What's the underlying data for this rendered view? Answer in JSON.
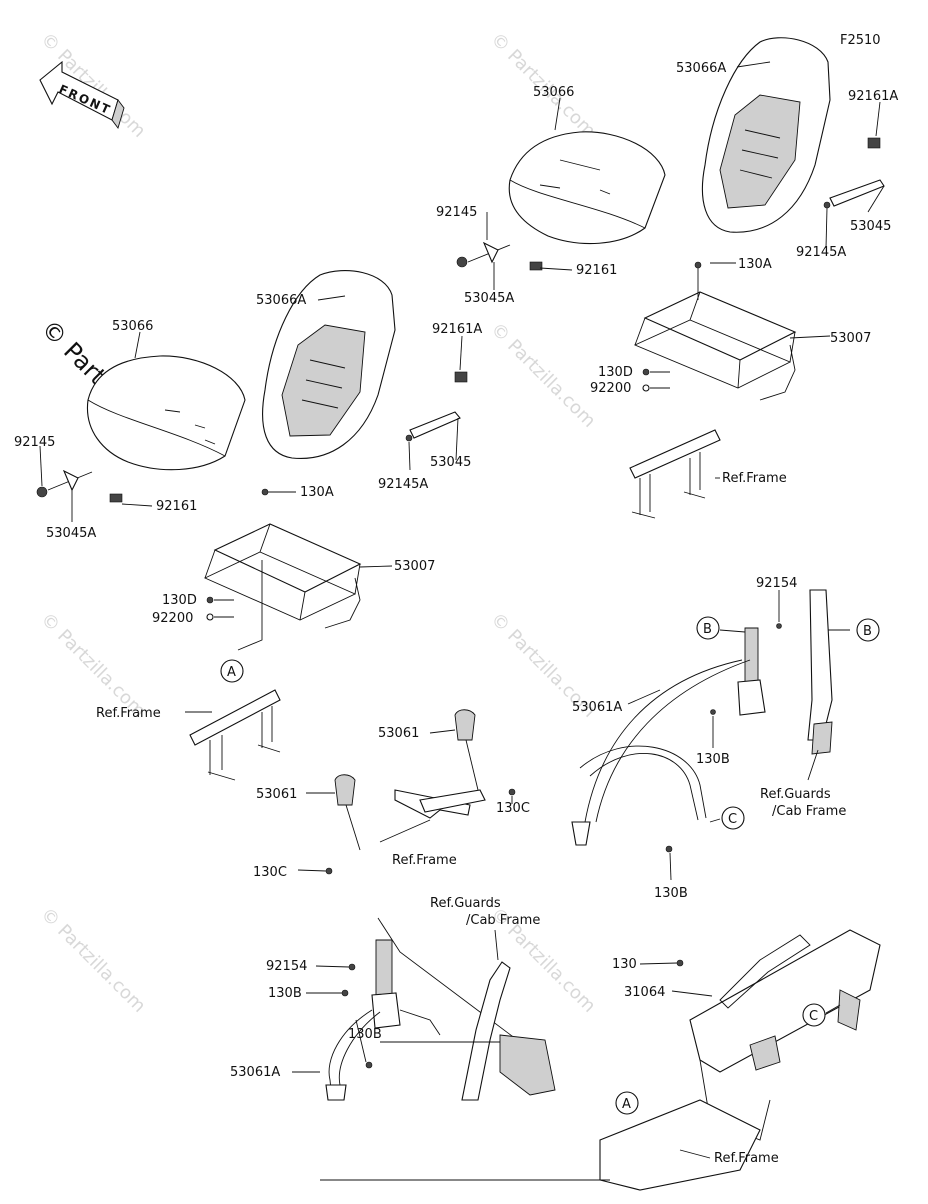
{
  "figure_code": "F2510",
  "front_arrow": {
    "label": "FRONT",
    "icon": "front-arrow-icon"
  },
  "watermark": {
    "main": "© Partzilla.com",
    "repeat": "© Partzilla.com"
  },
  "callouts": {
    "A": "A",
    "B": "B",
    "C": "C"
  },
  "labels": {
    "p53066_tr": "53066",
    "p53066A_tr": "53066A",
    "p92161A_tr": "92161A",
    "p92145_tr": "92145",
    "p53045A_tr": "53045A",
    "p92161_tr": "92161",
    "p53045_tr": "53045",
    "p92145A_tr": "92145A",
    "p130A_tr": "130A",
    "p53007_tr": "53007",
    "p130D_tr": "130D",
    "p92200_tr": "92200",
    "refframe_tr": "Ref.Frame",
    "p53066_l": "53066",
    "p53066A_l": "53066A",
    "p92161A_l": "92161A",
    "p92145_l": "92145",
    "p53045A_l": "53045A",
    "p92161_l": "92161",
    "p53045_l": "53045",
    "p92145A_l": "92145A",
    "p130A_l": "130A",
    "p53007_l": "53007",
    "p130D_l": "130D",
    "p92200_l": "92200",
    "refframe_l": "Ref.Frame",
    "p53061_a": "53061",
    "p53061_b": "53061",
    "p130C_a": "130C",
    "p130C_b": "130C",
    "refframe_m": "Ref.Frame",
    "p92154_r": "92154",
    "p53061A_r": "53061A",
    "p130B_r1": "130B",
    "p130B_r2": "130B",
    "refguards_r1": "Ref.Guards",
    "refguards_r2": "/Cab Frame",
    "refguards_b1": "Ref.Guards",
    "refguards_b2": "/Cab Frame",
    "p92154_b": "92154",
    "p130B_b1": "130B",
    "p53061A_b": "53061A",
    "p130B_b2": "130B",
    "p130_b": "130",
    "p31064_b": "31064",
    "refframe_b": "Ref.Frame"
  }
}
